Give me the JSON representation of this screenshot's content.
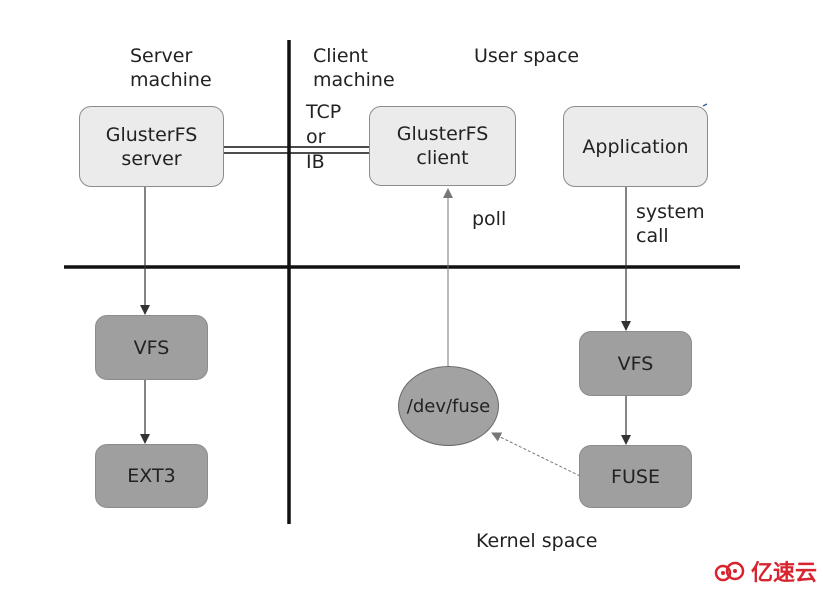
{
  "labels": {
    "server_machine": "Server\nmachine",
    "client_machine": "Client\nmachine",
    "user_space": "User space",
    "kernel_space": "Kernel space",
    "tcp_or_ib": "TCP\nor\nIB",
    "poll": "poll",
    "system_call": "system\ncall"
  },
  "nodes": {
    "glusterfs_server": "GlusterFS\nserver",
    "glusterfs_client": "GlusterFS\nclient",
    "application": "Application",
    "server_vfs": "VFS",
    "ext3": "EXT3",
    "dev_fuse": "/dev/fuse",
    "client_vfs": "VFS",
    "fuse": "FUSE"
  },
  "watermark": {
    "logo_icon": "cloud-logo-icon",
    "text": "亿速云",
    "color": "#d9232e"
  },
  "colors": {
    "user_box": "#ebebeb",
    "kernel_box": "#9f9f9f",
    "divider": "#111111"
  }
}
